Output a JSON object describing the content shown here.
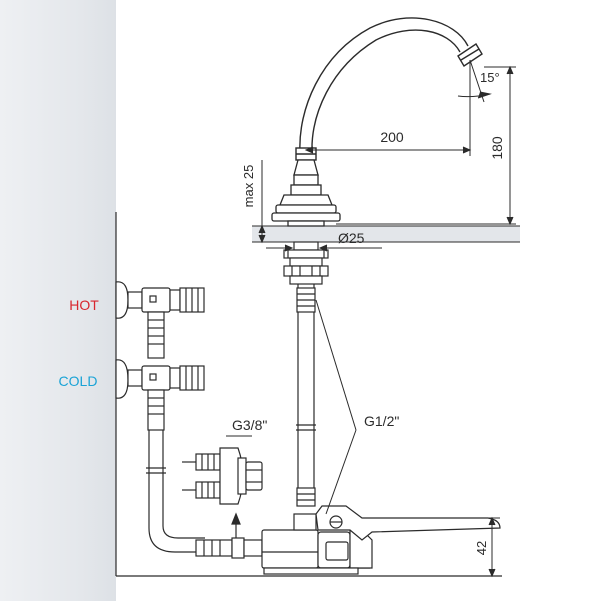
{
  "labels": {
    "hot": "HOT",
    "cold": "COLD",
    "g38": "G3/8\"",
    "g12": "G1/2\"",
    "angle": "15°",
    "width200": "200",
    "height180": "180",
    "max25": "max 25",
    "dia25": "Ø25",
    "height42": "42"
  },
  "colors": {
    "hot": "#d8262e",
    "cold": "#1aa3d6",
    "line": "#2b2b2b",
    "wall": "#e4e7eb"
  }
}
